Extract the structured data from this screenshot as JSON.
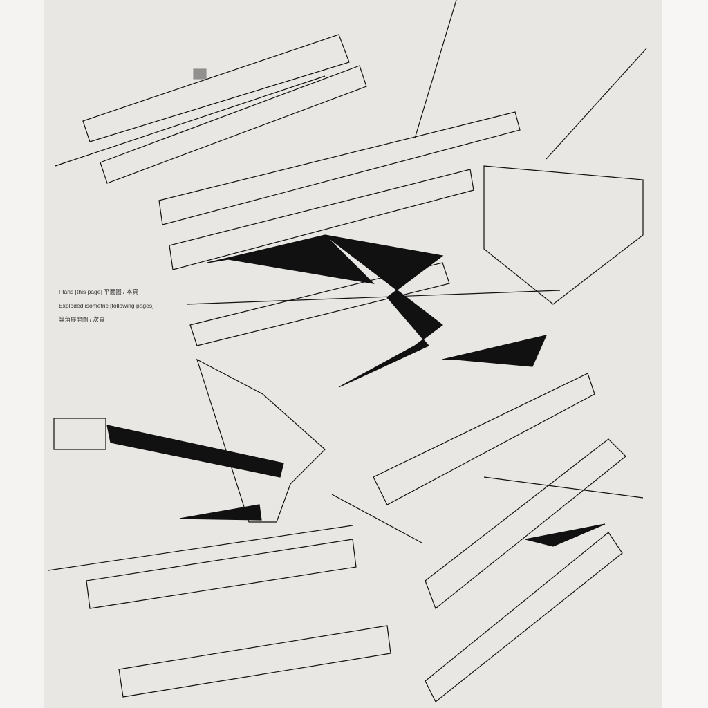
{
  "caption": {
    "line1": "Plans [this page]  平面圖 / 本頁",
    "line2": "Exploded isometric [following pages]",
    "line3": "等角展開圖 / 次頁"
  },
  "colors": {
    "ink": "#111111",
    "paper": "#e9e7e4"
  }
}
